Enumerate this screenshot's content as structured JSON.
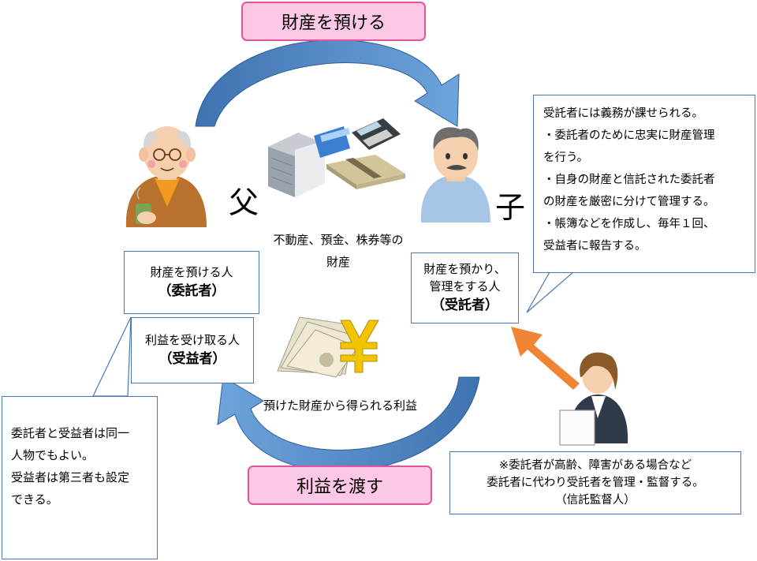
{
  "top_label": "財産を預ける",
  "bottom_label": "利益を渡す",
  "father_char": "父",
  "child_char": "子",
  "assets_text": [
    "不動産、預金、株券等の",
    "財産"
  ],
  "profit_text": "預けた財産から得られる利益",
  "settlor_box": {
    "desc": "財産を預ける人",
    "role": "（委託者）"
  },
  "beneficiary_box": {
    "desc": "利益を受け取る人",
    "role": "（受益者）"
  },
  "trustee_box": {
    "desc_line1": "財産を預かり、",
    "desc_line2": "管理をする人",
    "role": "（受託者）"
  },
  "trustee_duty_callout": [
    "受託者には義務が課せられる。",
    "・委託者のために忠実に財産管理",
    "を行う。",
    "・自身の財産と信託された委託者",
    "の財産を厳密に分けて管理する。",
    "・帳簿などを作成し、毎年１回、",
    "受益者に報告する。"
  ],
  "beneficiary_note_callout": [
    "委託者と受益者は同一",
    "人物でもよい。",
    "受益者は第三者も設定",
    "できる。"
  ],
  "supervisor_box": [
    "※委託者が高齢、障害がある場合など",
    "委託者に代わり受託者を管理・監督する。",
    "（信託監督人）"
  ]
}
